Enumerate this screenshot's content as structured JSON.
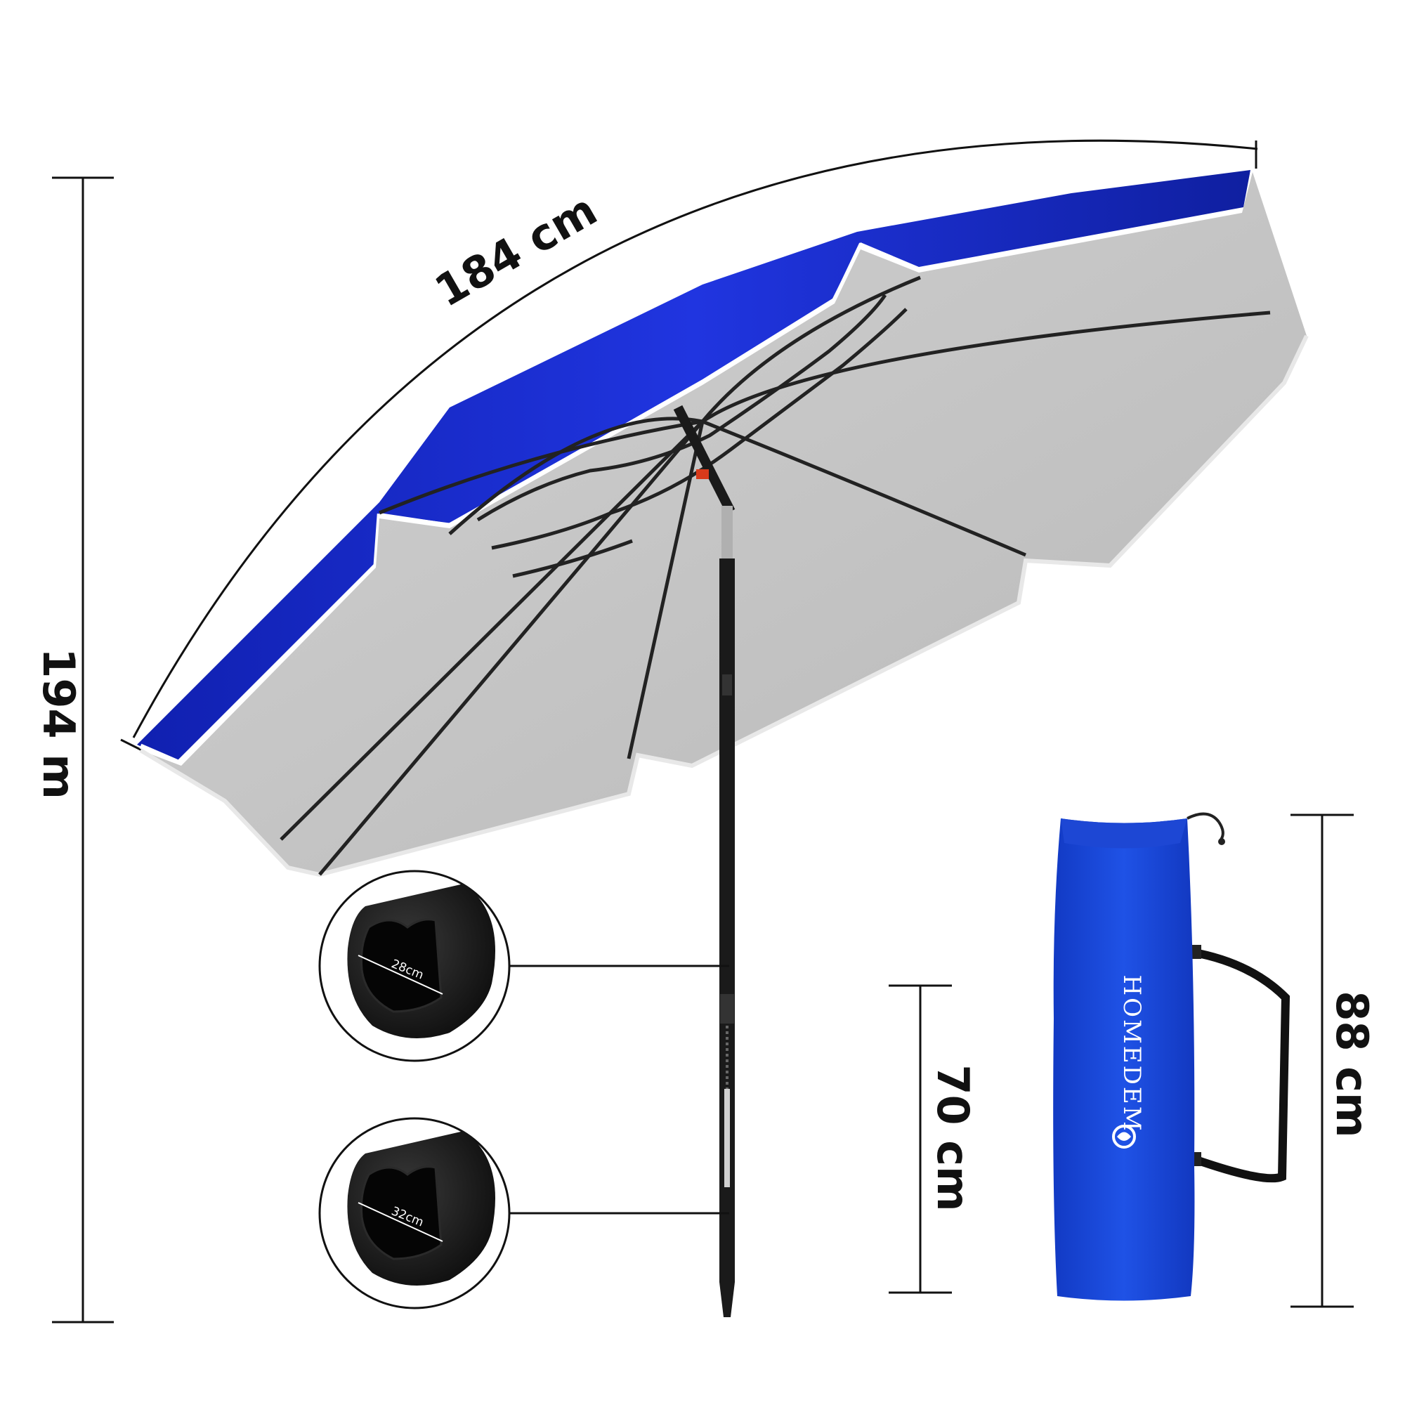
{
  "dimensions": {
    "width": "184 cm",
    "height": "194 m",
    "bag_length": "88 cm",
    "pole_section": "70 cm"
  },
  "cross_sections": {
    "upper_diameter": "28cm",
    "lower_diameter": "32cm"
  },
  "bag": {
    "brand": "HOMEDEM"
  },
  "colors": {
    "canopy_top": "#1a2fd0",
    "canopy_edge": "#0f1f9e",
    "canopy_under": "#c4c4c4",
    "bag_blue": "#1744d8",
    "pole": "#1a1a1a",
    "line": "#111111"
  }
}
